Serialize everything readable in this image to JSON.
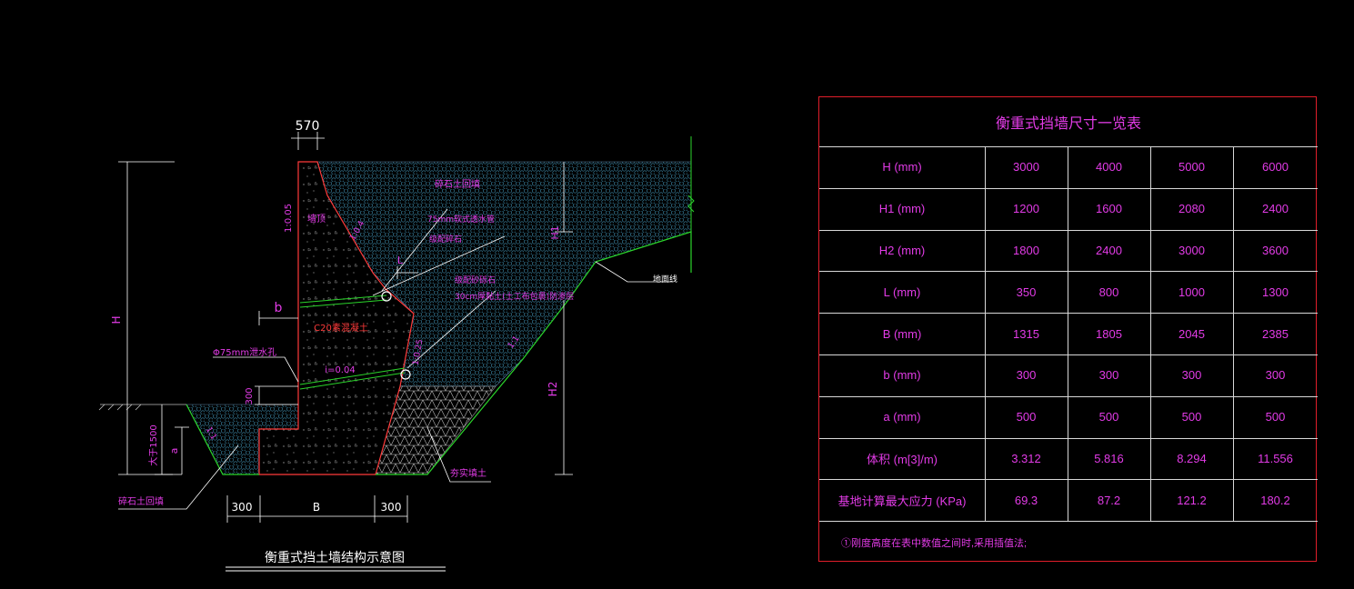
{
  "drawing": {
    "title": "衡重式挡土墙结构示意图",
    "dim_top": "570",
    "dim_b": "b",
    "dim_300_left": "300",
    "dim_B": "B",
    "dim_300_right": "300",
    "dim_300_vert": "300",
    "dim_H": "H",
    "dim_H1": "H1",
    "dim_H2": "H2",
    "dim_L": "L",
    "dim_a": "a",
    "dim_depth": "大于1500",
    "slope_back": "1:0.05",
    "slope_face_upper": "1:0.4",
    "slope_face_lower": "1:0.25",
    "slope_fill": "1:1",
    "slope_cut": "1:1",
    "label_c20": "C20素混凝土",
    "label_drain_pipe": "Φ75mm泄水孔",
    "label_slope_i": "i=0.04",
    "label_fill_top": "碎石土回填",
    "label_pipe1": "75mm软式透水管",
    "label_gravel1": "级配碎石",
    "label_gravel2": "级配砂砾石",
    "label_geo": "30cm厚黏土(土工布包裹)防渗层",
    "label_ground": "地面线",
    "label_compact": "夯实填土",
    "label_fill_bottom": "碎石土回填",
    "label_wall_top": "墙顶"
  },
  "table": {
    "title": "衡重式挡墙尺寸一览表",
    "rows": [
      {
        "label": "H (mm)",
        "values": [
          "3000",
          "4000",
          "5000",
          "6000"
        ]
      },
      {
        "label": "H1 (mm)",
        "values": [
          "1200",
          "1600",
          "2080",
          "2400"
        ]
      },
      {
        "label": "H2 (mm)",
        "values": [
          "1800",
          "2400",
          "3000",
          "3600"
        ]
      },
      {
        "label": "L (mm)",
        "values": [
          "350",
          "800",
          "1000",
          "1300"
        ]
      },
      {
        "label": "B (mm)",
        "values": [
          "1315",
          "1805",
          "2045",
          "2385"
        ]
      },
      {
        "label": "b (mm)",
        "values": [
          "300",
          "300",
          "300",
          "300"
        ]
      },
      {
        "label": "a (mm)",
        "values": [
          "500",
          "500",
          "500",
          "500"
        ]
      },
      {
        "label": "体积 (m[3]/m)",
        "values": [
          "3.312",
          "5.816",
          "8.294",
          "11.556"
        ]
      },
      {
        "label": "基地计算最大应力 (KPa)",
        "values": [
          "69.3",
          "87.2",
          "121.2",
          "180.2"
        ]
      }
    ],
    "note": "①刚度高度在表中数值之间时,采用插值法;"
  },
  "colors": {
    "background": "#000000",
    "annotation": "#e23be6",
    "wall_outline": "#ff3a3a",
    "ground_green": "#2bd52b",
    "table_border": "#e01e2a",
    "grid": "#d8d8d8"
  }
}
